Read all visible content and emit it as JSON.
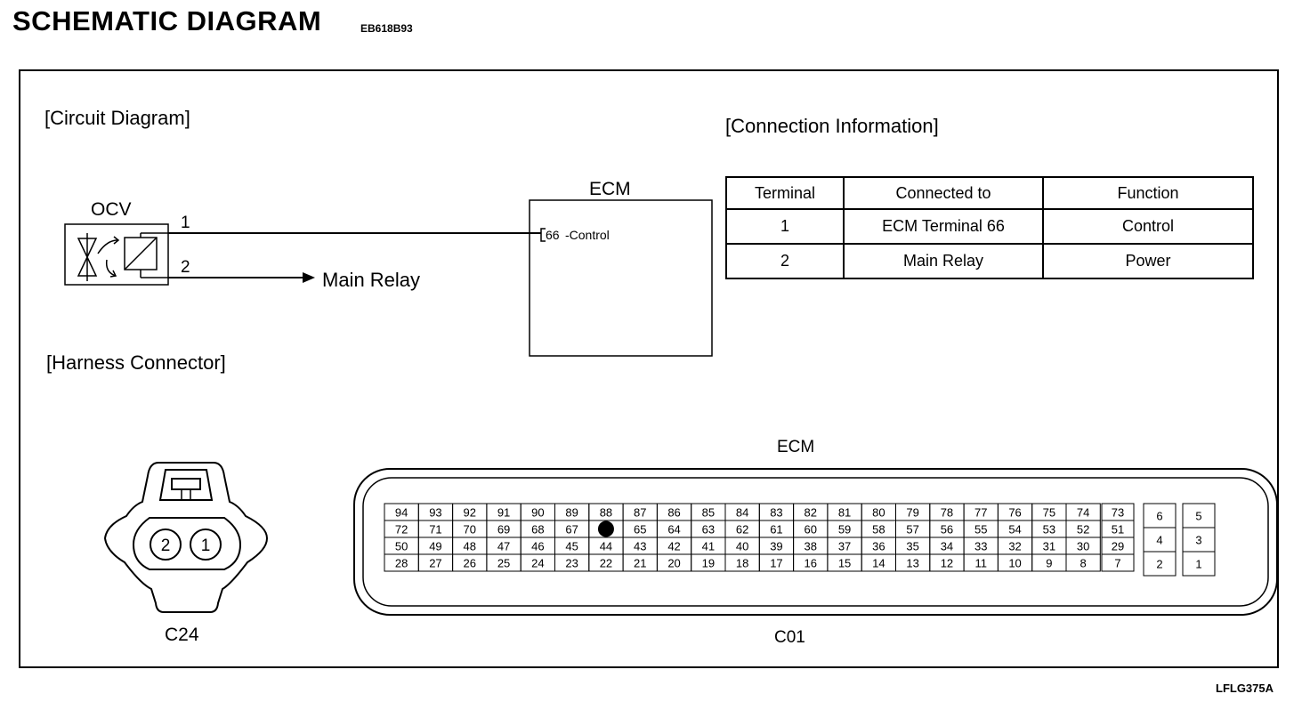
{
  "header": {
    "title": "SCHEMATIC  DIAGRAM",
    "code": "EB618B93"
  },
  "sections": {
    "circuit": "[Circuit Diagram]",
    "connection": "[Connection Information]",
    "harness": "[Harness Connector]"
  },
  "circuit": {
    "component": "OCV",
    "pin1": "1",
    "pin2": "2",
    "main_relay": "Main Relay",
    "ecm_title": "ECM",
    "ecm_terminal": "66",
    "ecm_signal": "-Control"
  },
  "connection_table": {
    "headers": [
      "Terminal",
      "Connected to",
      "Function"
    ],
    "rows": [
      [
        "1",
        "ECM Terminal 66",
        "Control"
      ],
      [
        "2",
        "Main Relay",
        "Power"
      ]
    ]
  },
  "harness": {
    "c24_label": "C24",
    "c24_pins": [
      "2",
      "1"
    ],
    "ecm_label": "ECM",
    "c01_label": "C01",
    "main_rows": [
      [
        "94",
        "93",
        "92",
        "91",
        "90",
        "89",
        "88",
        "87",
        "86",
        "85",
        "84",
        "83",
        "82",
        "81",
        "80",
        "79",
        "78",
        "77",
        "76",
        "75",
        "74"
      ],
      [
        "72",
        "71",
        "70",
        "69",
        "68",
        "67",
        "",
        "65",
        "64",
        "63",
        "62",
        "61",
        "60",
        "59",
        "58",
        "57",
        "56",
        "55",
        "54",
        "53",
        "52"
      ],
      [
        "50",
        "49",
        "48",
        "47",
        "46",
        "45",
        "44",
        "43",
        "42",
        "41",
        "40",
        "39",
        "38",
        "37",
        "36",
        "35",
        "34",
        "33",
        "32",
        "31",
        "30"
      ],
      [
        "28",
        "27",
        "26",
        "25",
        "24",
        "23",
        "22",
        "21",
        "20",
        "19",
        "18",
        "17",
        "16",
        "15",
        "14",
        "13",
        "12",
        "11",
        "10",
        "9",
        "8"
      ]
    ],
    "extra_col": [
      "73",
      "51",
      "29",
      "7"
    ],
    "small_block_a": [
      "6",
      "4",
      "2"
    ],
    "small_block_b": [
      "5",
      "3",
      "1"
    ]
  },
  "footer": {
    "ref": "LFLG375A"
  }
}
